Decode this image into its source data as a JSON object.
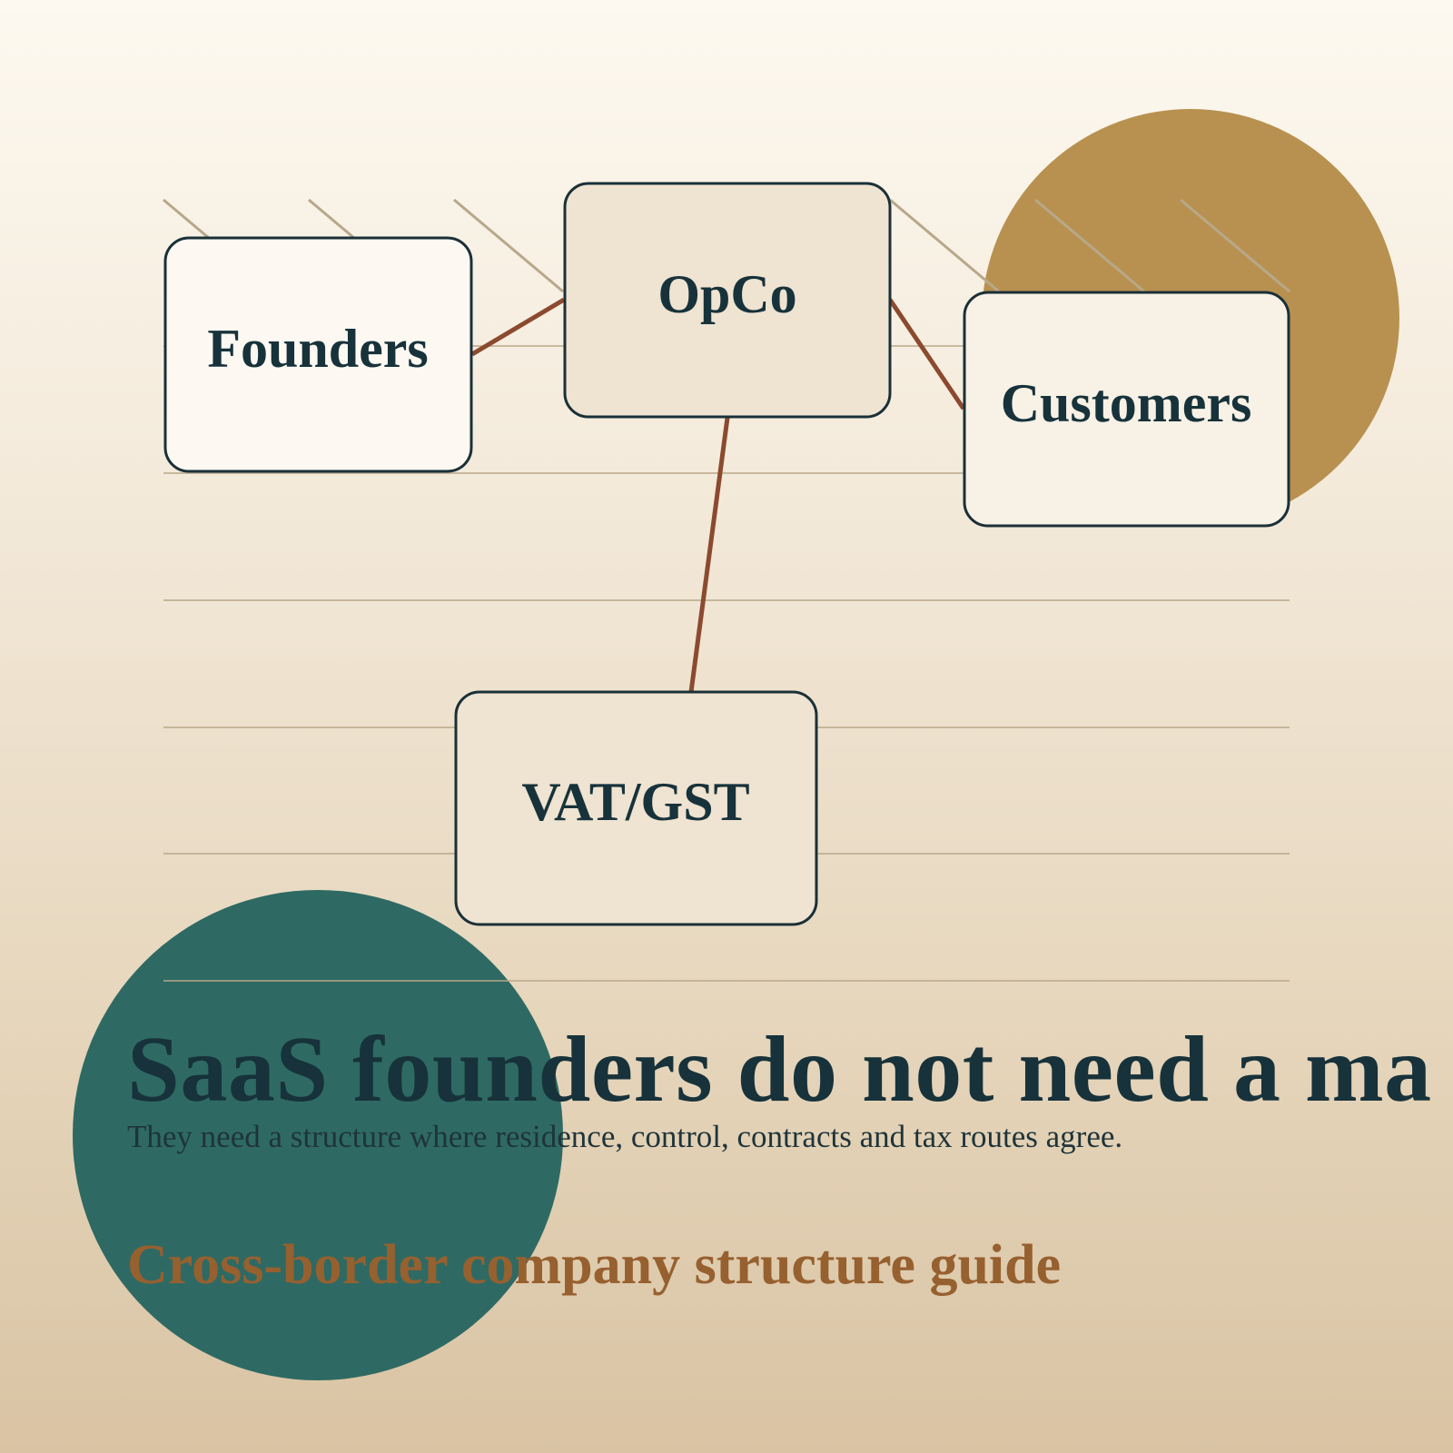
{
  "colors": {
    "ink": "#17323a",
    "connector": "#8b4a2f",
    "rule": "#b8a88a",
    "gold": "#b89150",
    "teal": "#2e6a63",
    "accent": "#97602f"
  },
  "diagram": {
    "nodes": [
      {
        "id": "founders",
        "label": "Founders"
      },
      {
        "id": "opco",
        "label": "OpCo"
      },
      {
        "id": "customers",
        "label": "Customers"
      },
      {
        "id": "vat",
        "label": "VAT/GST"
      }
    ],
    "edges": [
      {
        "from": "founders",
        "to": "opco"
      },
      {
        "from": "opco",
        "to": "customers"
      },
      {
        "from": "opco",
        "to": "vat"
      }
    ]
  },
  "headline": {
    "title": "SaaS founders do not need a ma",
    "subtitle": "They need a structure where residence, control, contracts and tax routes agree.",
    "kicker": "Cross-border company structure guide"
  }
}
